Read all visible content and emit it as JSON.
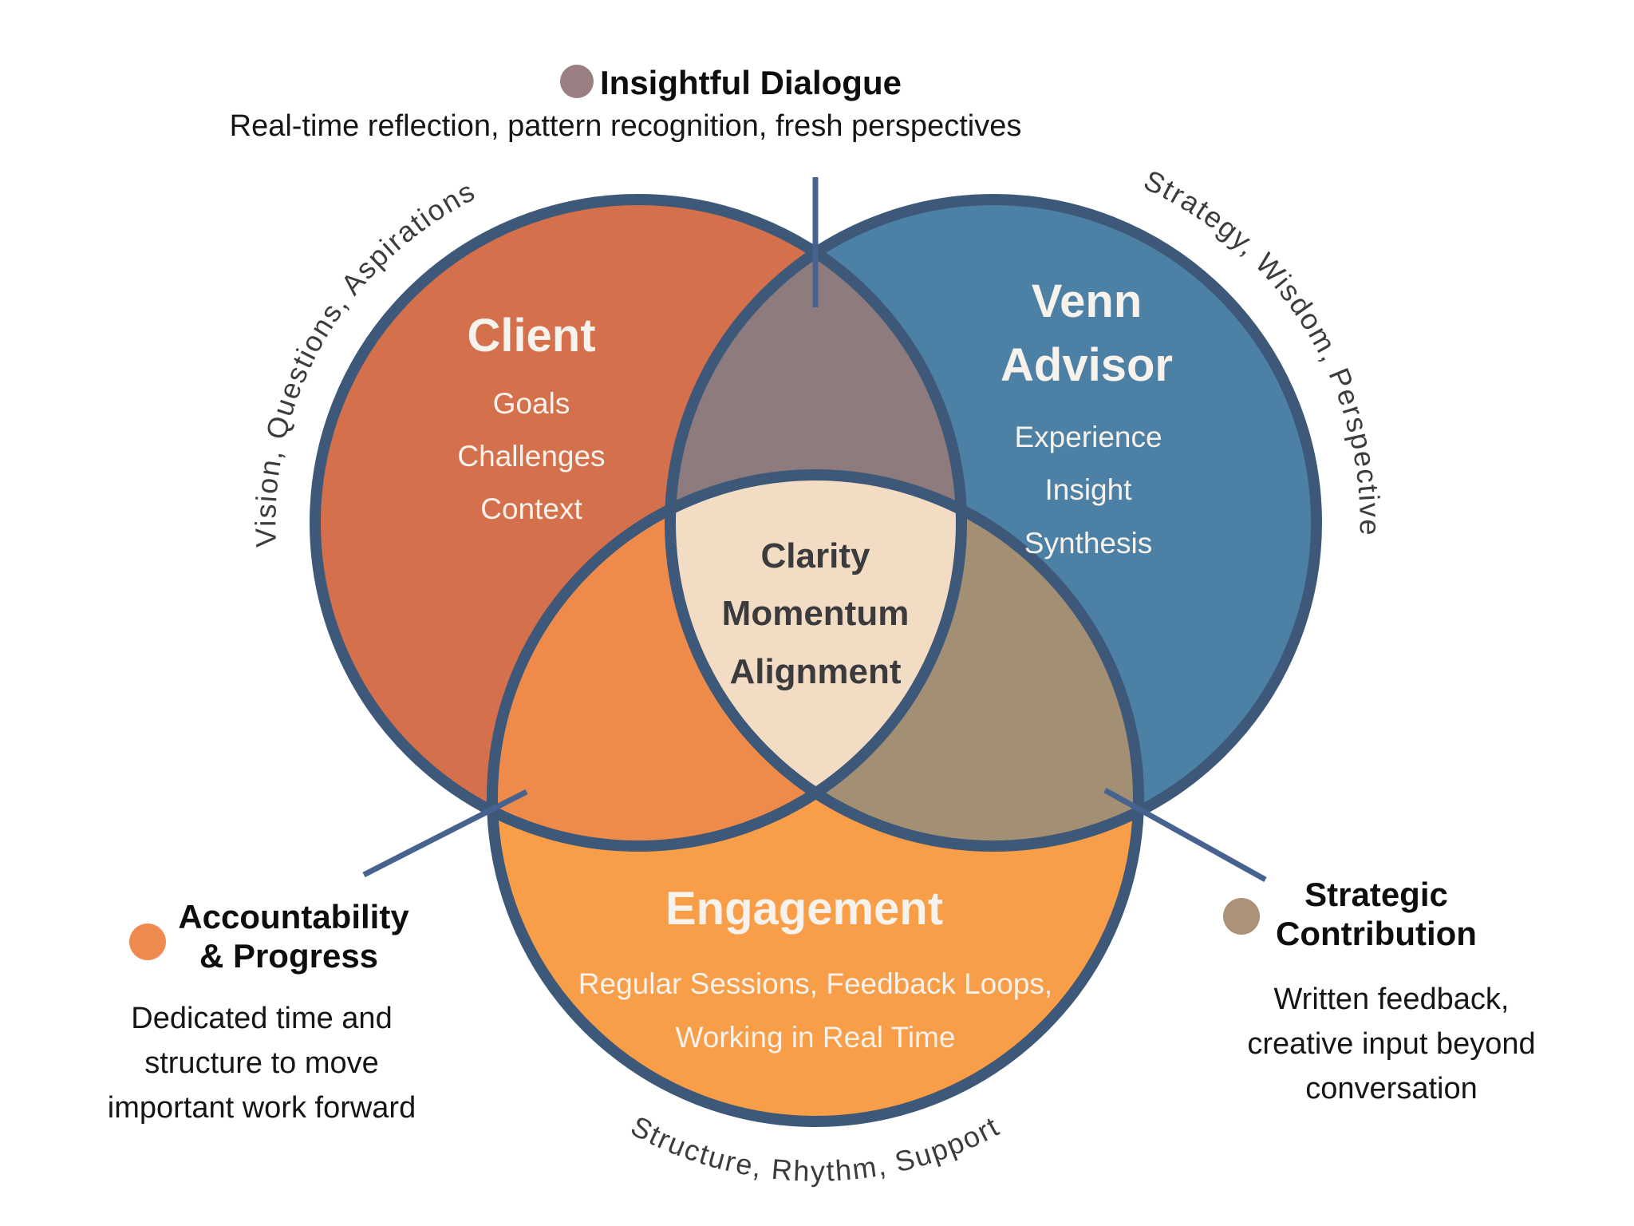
{
  "diagram": {
    "top_annotation": {
      "label": "Insightful Dialogue",
      "description": "Real-time reflection, pattern recognition, fresh perspectives",
      "dot_color": "#9A7F82"
    },
    "circles": {
      "client": {
        "title": "Client",
        "items": [
          "Goals",
          "Challenges",
          "Context"
        ],
        "arc_text": "Vision, Questions, Aspirations",
        "color": "#D5704C"
      },
      "advisor": {
        "title_line1": "Venn",
        "title_line2": "Advisor",
        "items": [
          "Experience",
          "Insight",
          "Synthesis"
        ],
        "arc_text": "Strategy, Wisdom, Perspective",
        "color": "#4C80A5"
      },
      "engagement": {
        "title": "Engagement",
        "items": [
          "Regular Sessions, Feedback Loops,",
          "Working in Real Time"
        ],
        "arc_text": "Structure, Rhythm, Support",
        "color": "#F89D48"
      }
    },
    "center": {
      "items": [
        "Clarity",
        "Momentum",
        "Alignment"
      ],
      "color": "#F3DCC4"
    },
    "overlaps": {
      "client_advisor_color": "#8E7B7D",
      "client_engagement_color": "#EE8B4B",
      "advisor_engagement_color": "#A38F73"
    },
    "left_annotation": {
      "label_line1": "Accountability",
      "label_line2": "& Progress",
      "description_lines": [
        "Dedicated time and",
        "structure to move",
        "important work forward"
      ],
      "dot_color": "#EF8B4E"
    },
    "right_annotation": {
      "label_line1": "Strategic",
      "label_line2": "Contribution",
      "description_lines": [
        "Written feedback,",
        "creative input beyond",
        "conversation"
      ],
      "dot_color": "#AB9377"
    },
    "style": {
      "border_color": "#3D5878",
      "leader_line_color": "#466390"
    }
  }
}
